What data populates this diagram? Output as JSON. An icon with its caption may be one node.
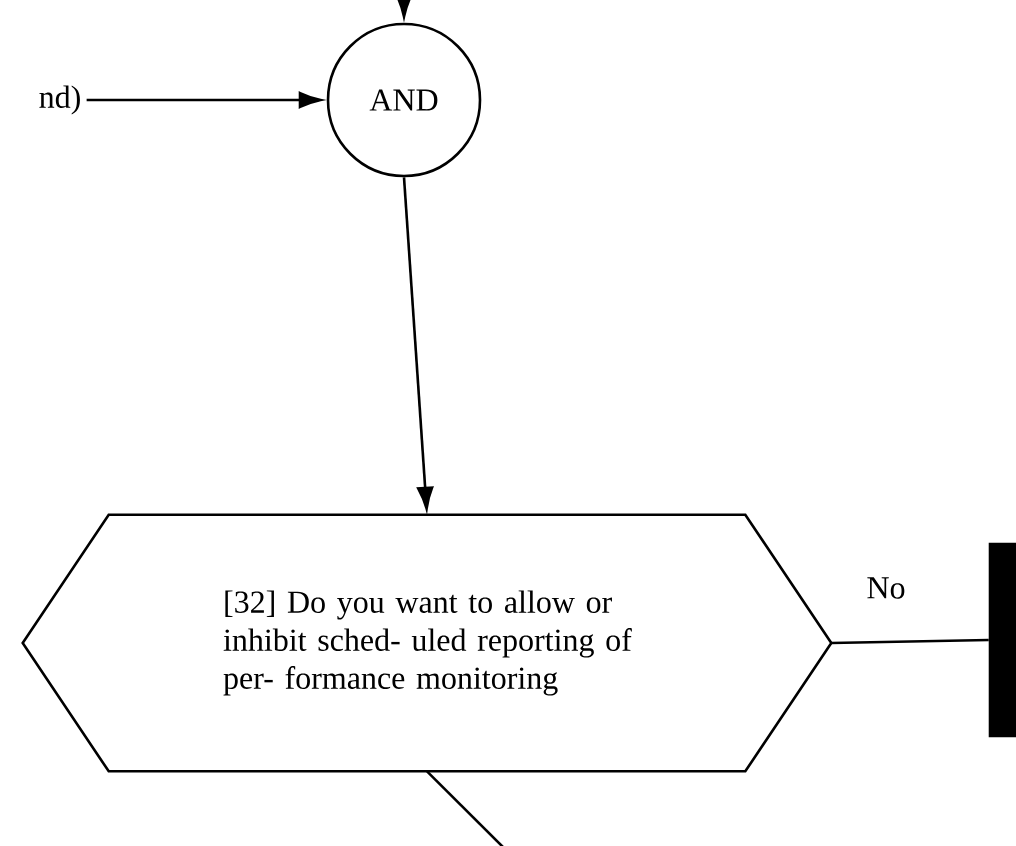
{
  "diagram": {
    "nodes": [
      {
        "text": [
          "nd)"
        ]
      },
      {
        "text": [
          "AND"
        ]
      },
      {
        "text": [
          "[32] Do you want to allow or inhibit sched- uled reporting of per- formance monitoring"
        ]
      },
      {
        "text": [],
        "shape": "bar"
      }
    ],
    "edges": [
      {
        "from": null,
        "to": 1,
        "arrow": "to"
      },
      {
        "from": 0,
        "to": 1,
        "arrow": "to"
      },
      {
        "from": 1,
        "to": 2,
        "arrow": "to"
      },
      {
        "from": 2,
        "to": 3,
        "arrow": "none",
        "label": "No"
      },
      {
        "from": 2,
        "to": null,
        "arrow": "none"
      }
    ]
  }
}
